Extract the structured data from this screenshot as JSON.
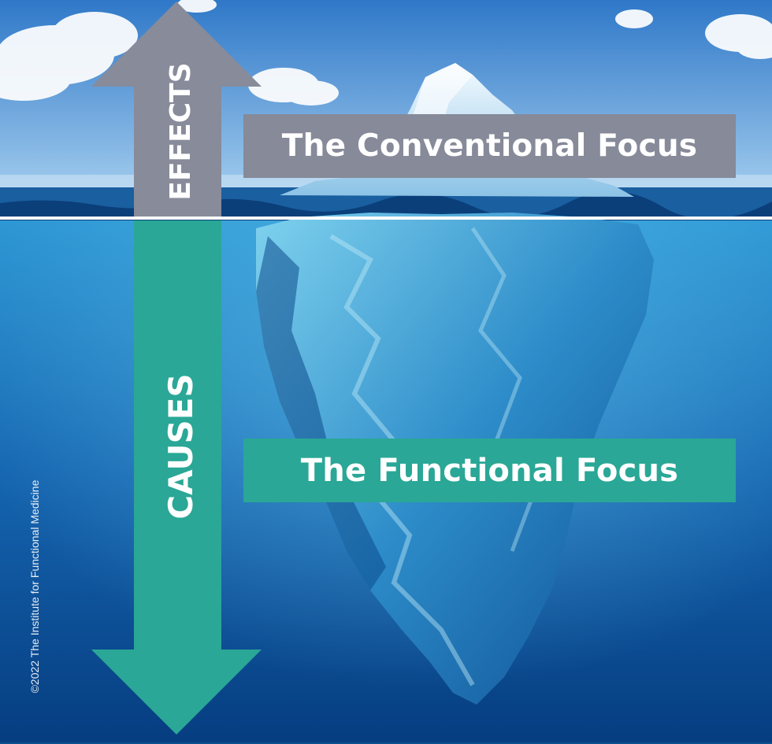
{
  "arrows": {
    "up": {
      "label": "EFFECTS",
      "color": "#878b9a",
      "icon": "up-arrow-icon"
    },
    "down": {
      "label": "CAUSES",
      "color": "#2aa796",
      "icon": "down-arrow-icon"
    }
  },
  "banners": {
    "conventional": {
      "label": "The Conventional Focus",
      "color": "#868a99"
    },
    "functional": {
      "label": "The Functional Focus",
      "color": "#2aa796"
    }
  },
  "copyright": "©2022 The Institute for Functional Medicine",
  "colors": {
    "sky_top": "#2f78c8",
    "sky_bottom": "#9cc8ee",
    "water_top": "#2d8fd0",
    "water_bottom": "#063f82",
    "ice": "#bfe6f7",
    "waterline": "#ffffff"
  }
}
